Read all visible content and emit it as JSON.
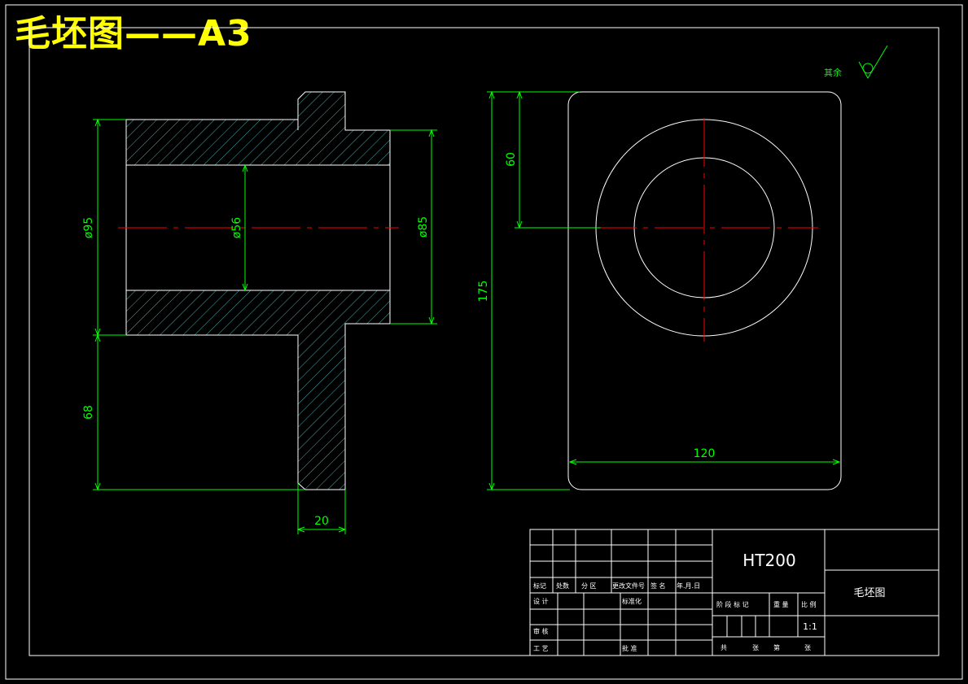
{
  "drawing": {
    "title": "毛坯图——A3",
    "roughness_note": "其余",
    "colors": {
      "outline": "#ffffff",
      "dimension": "#00ff00",
      "centerline": "#ff0000",
      "hatch": "#4fa8a8",
      "title": "#ffff00"
    }
  },
  "dimensions": {
    "dia_95": "ø95",
    "dia_56": "ø56",
    "dia_85": "ø85",
    "len_68": "68",
    "len_20": "20",
    "h_60": "60",
    "h_175": "175",
    "w_120": "120"
  },
  "title_block": {
    "material": "HT200",
    "part_name": "毛坯图",
    "scale": "1:1",
    "row_labels": [
      "标记",
      "处数",
      "分 区",
      "更改文件号",
      "签 名",
      "年.月.日"
    ],
    "design": "设 计",
    "standardization": "标准化",
    "stage_mark": "阶 段 标 记",
    "weight": "重 量",
    "ratio": "比 例",
    "review": "审 核",
    "process": "工 艺",
    "approve": "批 准",
    "sheets": [
      "共",
      "张",
      "第",
      "张"
    ]
  }
}
